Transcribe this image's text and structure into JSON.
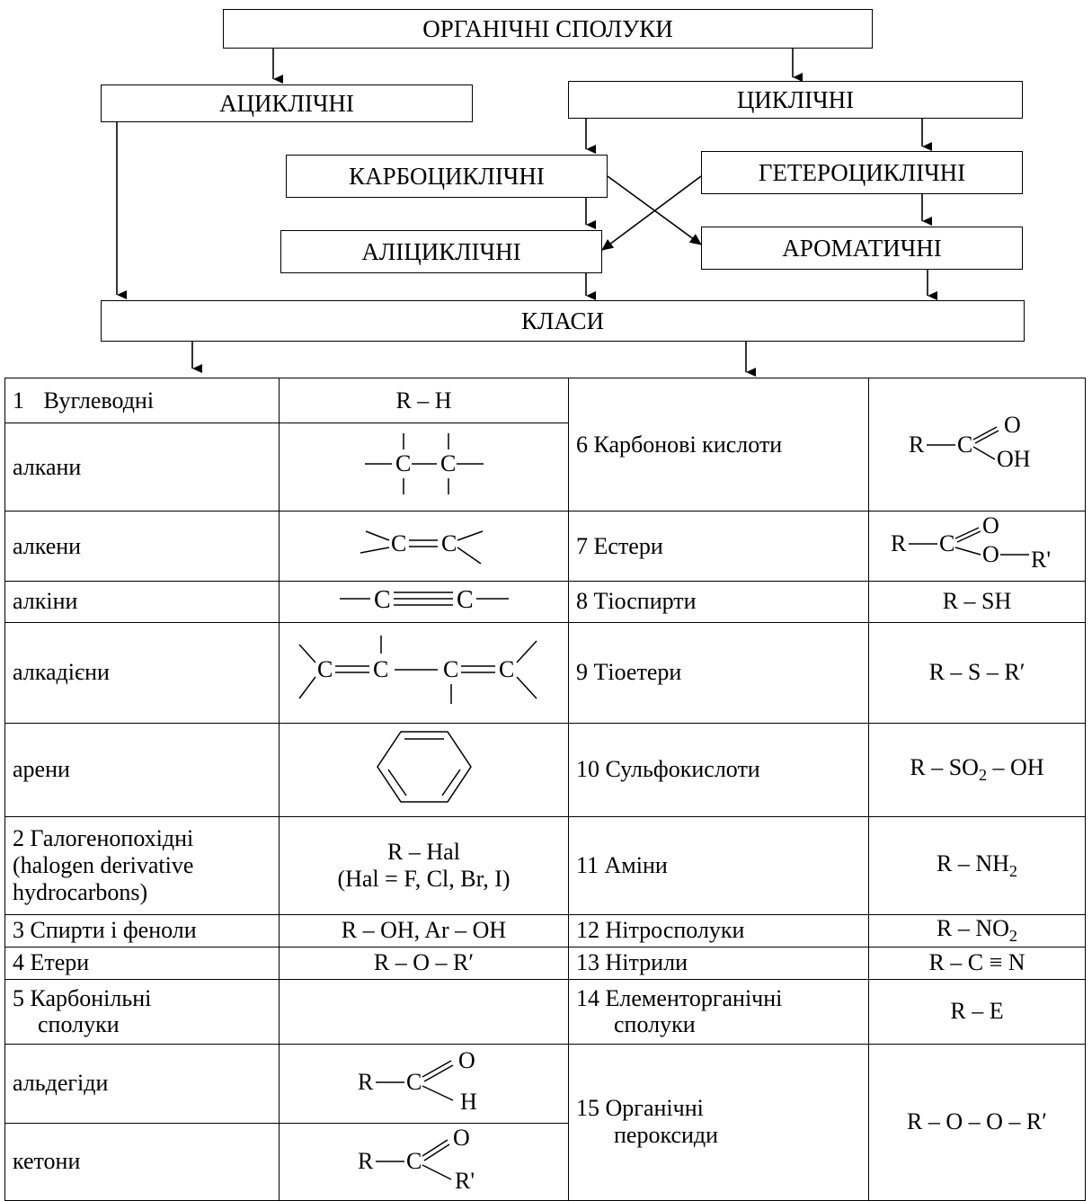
{
  "diagram": {
    "root": "ОРГАНІЧНІ СПОЛУКИ",
    "acyclic": "АЦИКЛІЧНІ",
    "cyclic": "ЦИКЛІЧНІ",
    "carbocyclic": "КАРБОЦИКЛІЧНІ",
    "heterocyclic": "ГЕТЕРОЦИКЛІЧНІ",
    "alicyclic": "АЛІЦИКЛІЧНІ",
    "aromatic": "АРОМАТИЧНІ",
    "classes": "КЛАСИ"
  },
  "table": {
    "left": {
      "c1_num": "1",
      "c1_name": "Вуглеводні",
      "c1_formula": "R – H",
      "alkanes": "алкани",
      "alkenes": "алкени",
      "alkynes": "алкіни",
      "alkadienes": "алкадієни",
      "arenes": "арени",
      "c2_name": "2 Галогенопохідні (halogen derivative hydrocarbons)",
      "c2_formula_a": "R – Hal",
      "c2_formula_b": "(Hal = F, Cl, Br, I)",
      "c3_name": "3 Спирти і феноли",
      "c3_formula": "R – OH, Ar – OH",
      "c4_name": "4 Етери",
      "c4_formula": "R – O – R′",
      "c5_name_a": "5 Карбонільні",
      "c5_name_b": "сполуки",
      "aldehydes": "альдегіди",
      "ketones": "кетони"
    },
    "right": {
      "c6_name": "6 Карбонові кислоти",
      "c7_name": "7 Естери",
      "c8_name": "8 Тіоспирти",
      "c8_formula": "R – SH",
      "c9_name": "9 Тіоетери",
      "c9_formula": "R – S – R′",
      "c10_name": "10 Сульфокислоти",
      "c10_formula_a": "R – SO",
      "c10_formula_sub": "2",
      "c10_formula_b": " – OH",
      "c11_name": "11 Аміни",
      "c11_formula_a": "R – NH",
      "c11_formula_sub": "2",
      "c12_name": "12 Нітросполуки",
      "c12_formula_a": "R – NO",
      "c12_formula_sub": "2",
      "c13_name": "13 Нітрили",
      "c13_formula": "R – C ≡ N",
      "c14_name_a": "14 Елементорганічні",
      "c14_name_b": "сполуки",
      "c14_formula": "R – E",
      "c15_name_a": "15 Органічні",
      "c15_name_b": "пероксиди",
      "c15_formula": "R – O – O – R′"
    },
    "struct": {
      "R": "R",
      "C": "C",
      "O": "O",
      "H": "H",
      "OH": "OH",
      "Rp": "R'",
      "OR": "O—R'"
    }
  }
}
